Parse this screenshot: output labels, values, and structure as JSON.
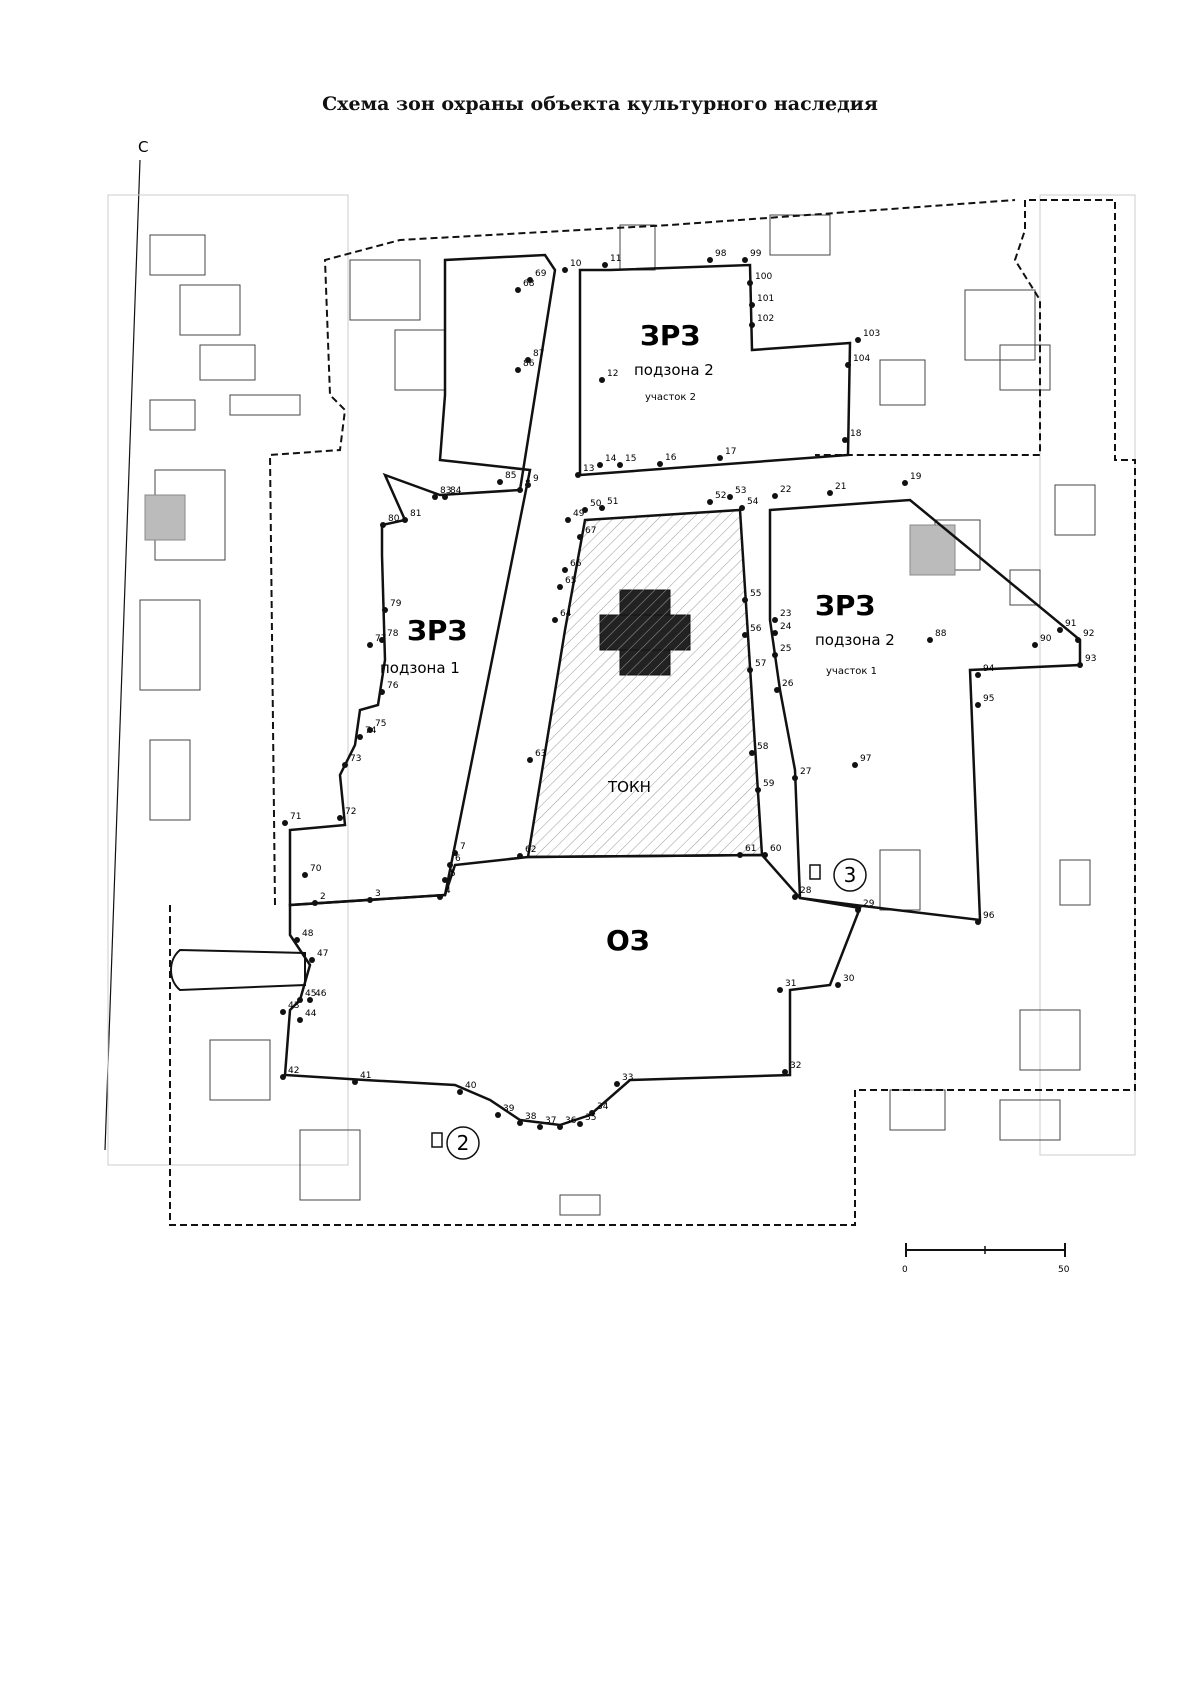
{
  "title": "Схема зон охраны объекта культурного наследия",
  "north_label": "С",
  "zones": {
    "zrz_1": {
      "name": "ЗРЗ",
      "sub": "подзона 1"
    },
    "zrz_2a": {
      "name": "ЗРЗ",
      "sub": "подзона 2",
      "part": "участок 2"
    },
    "zrz_2b": {
      "name": "ЗРЗ",
      "sub": "подзона 2",
      "part": "участок 1"
    },
    "tokn": "ТОКН",
    "oz": "ОЗ"
  },
  "viewpoints": [
    "2",
    "3"
  ],
  "scale": {
    "start": "0",
    "end": "50"
  },
  "colors": {
    "line": "#111111",
    "hatch": "#9a9a9a",
    "bg": "#ffffff"
  },
  "points": [
    {
      "n": "2"
    },
    {
      "n": "3"
    },
    {
      "n": "4"
    },
    {
      "n": "5"
    },
    {
      "n": "6"
    },
    {
      "n": "7"
    },
    {
      "n": "8"
    },
    {
      "n": "9"
    },
    {
      "n": "10"
    },
    {
      "n": "11"
    },
    {
      "n": "12"
    },
    {
      "n": "13"
    },
    {
      "n": "14"
    },
    {
      "n": "15"
    },
    {
      "n": "16"
    },
    {
      "n": "17"
    },
    {
      "n": "18"
    },
    {
      "n": "19"
    },
    {
      "n": "21"
    },
    {
      "n": "22"
    },
    {
      "n": "23"
    },
    {
      "n": "24"
    },
    {
      "n": "25"
    },
    {
      "n": "26"
    },
    {
      "n": "27"
    },
    {
      "n": "28"
    },
    {
      "n": "29"
    },
    {
      "n": "30"
    },
    {
      "n": "31"
    },
    {
      "n": "32"
    },
    {
      "n": "33"
    },
    {
      "n": "34"
    },
    {
      "n": "35"
    },
    {
      "n": "36"
    },
    {
      "n": "37"
    },
    {
      "n": "38"
    },
    {
      "n": "39"
    },
    {
      "n": "40"
    },
    {
      "n": "41"
    },
    {
      "n": "42"
    },
    {
      "n": "43"
    },
    {
      "n": "44"
    },
    {
      "n": "45"
    },
    {
      "n": "46"
    },
    {
      "n": "47"
    },
    {
      "n": "48"
    },
    {
      "n": "49"
    },
    {
      "n": "50"
    },
    {
      "n": "51"
    },
    {
      "n": "52"
    },
    {
      "n": "53"
    },
    {
      "n": "54"
    },
    {
      "n": "55"
    },
    {
      "n": "56"
    },
    {
      "n": "57"
    },
    {
      "n": "58"
    },
    {
      "n": "59"
    },
    {
      "n": "60"
    },
    {
      "n": "61"
    },
    {
      "n": "62"
    },
    {
      "n": "63"
    },
    {
      "n": "64"
    },
    {
      "n": "65"
    },
    {
      "n": "66"
    },
    {
      "n": "67"
    },
    {
      "n": "68"
    },
    {
      "n": "69"
    },
    {
      "n": "70"
    },
    {
      "n": "71"
    },
    {
      "n": "72"
    },
    {
      "n": "73"
    },
    {
      "n": "74"
    },
    {
      "n": "75"
    },
    {
      "n": "76"
    },
    {
      "n": "77"
    },
    {
      "n": "78"
    },
    {
      "n": "79"
    },
    {
      "n": "80"
    },
    {
      "n": "81"
    },
    {
      "n": "83"
    },
    {
      "n": "84"
    },
    {
      "n": "85"
    },
    {
      "n": "86"
    },
    {
      "n": "87"
    },
    {
      "n": "88"
    },
    {
      "n": "90"
    },
    {
      "n": "91"
    },
    {
      "n": "92"
    },
    {
      "n": "93"
    },
    {
      "n": "94"
    },
    {
      "n": "95"
    },
    {
      "n": "96"
    },
    {
      "n": "97"
    },
    {
      "n": "98"
    },
    {
      "n": "99"
    },
    {
      "n": "100"
    },
    {
      "n": "101"
    },
    {
      "n": "102"
    },
    {
      "n": "103"
    },
    {
      "n": "104"
    }
  ]
}
